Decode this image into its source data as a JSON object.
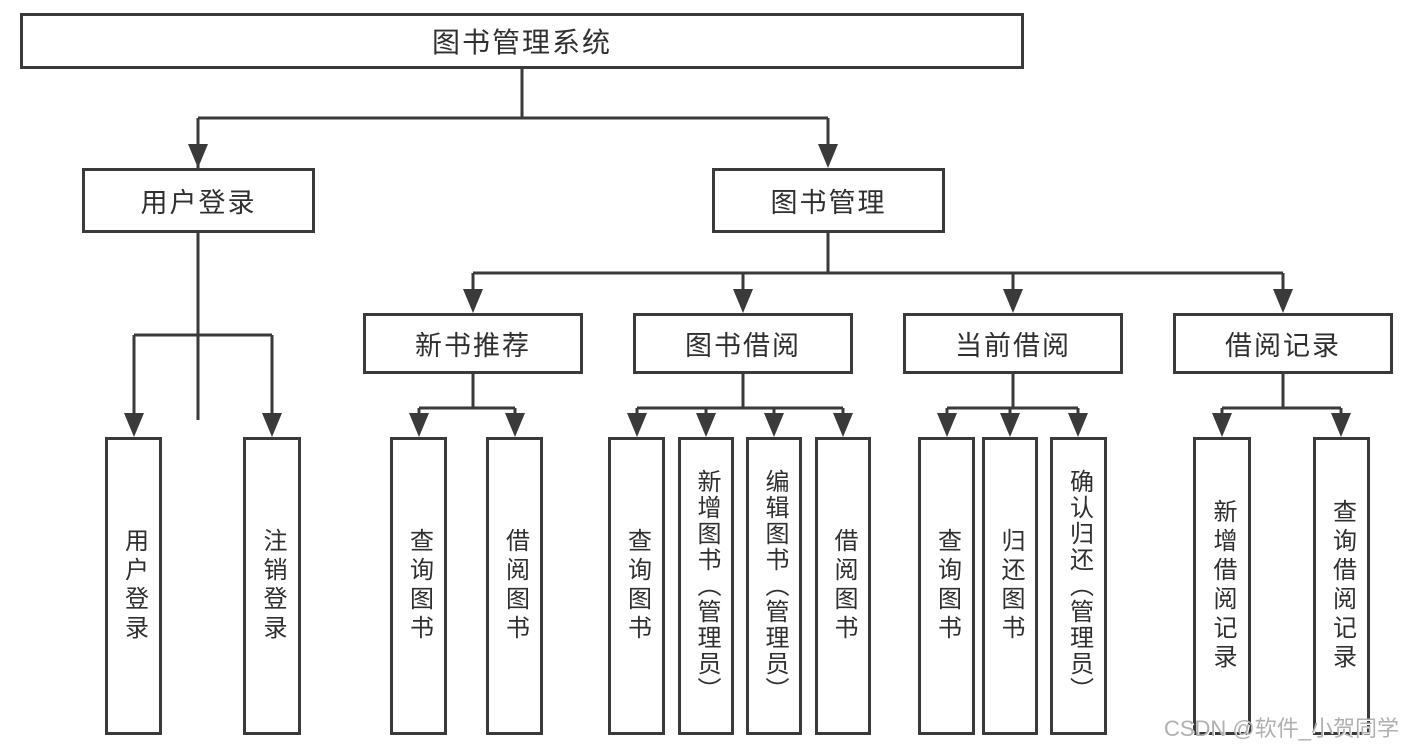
{
  "tree": {
    "root": "图书管理系统",
    "login": {
      "label": "用户登录",
      "children": [
        "用户登录",
        "注销登录"
      ]
    },
    "mgmt": {
      "label": "图书管理",
      "sections": {
        "new_book": {
          "label": "新书推荐",
          "children": [
            "查询图书",
            "借阅图书"
          ]
        },
        "borrow": {
          "label": "图书借阅",
          "children": [
            "查询图书",
            "新增图书（管理员）",
            "编辑图书（管理员）",
            "借阅图书"
          ]
        },
        "current": {
          "label": "当前借阅",
          "children": [
            "查询图书",
            "归还图书",
            "确认归还（管理员）"
          ]
        },
        "records": {
          "label": "借阅记录",
          "children": [
            "新增借阅记录",
            "查询借阅记录"
          ]
        }
      }
    }
  },
  "watermark": "CSDN @软件_小贺同学",
  "colors": {
    "line": "#3a3a3a",
    "box_border": "#3a3a3a",
    "text": "#2f2f2f",
    "watermark": "#b0b0b0",
    "background": "#ffffff"
  }
}
